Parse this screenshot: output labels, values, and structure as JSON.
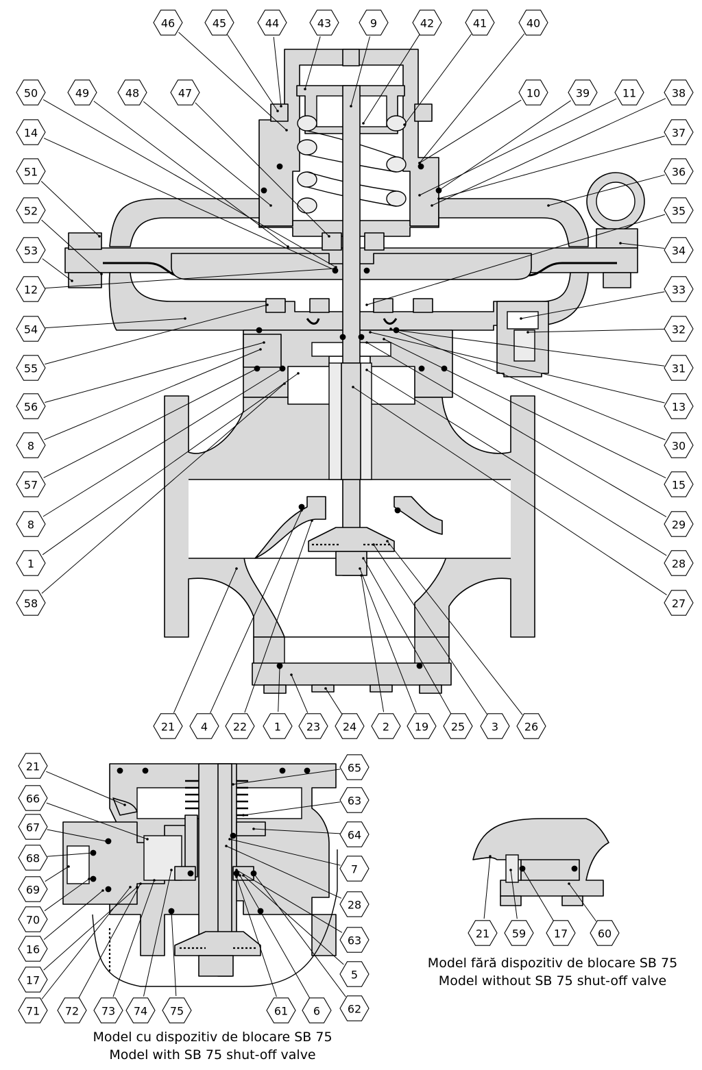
{
  "labels": {
    "l46": "46",
    "l45": "45",
    "l44": "44",
    "l43": "43",
    "l9": "9",
    "l42": "42",
    "l41": "41",
    "l40": "40",
    "l50": "50",
    "l49": "49",
    "l48": "48",
    "l47": "47",
    "l10": "10",
    "l39": "39",
    "l11": "11",
    "l38": "38",
    "l14": "14",
    "l37": "37",
    "l51": "51",
    "l36": "36",
    "l52": "52",
    "l35": "35",
    "l53": "53",
    "l34": "34",
    "l12": "12",
    "l33": "33",
    "l54": "54",
    "l32": "32",
    "l55": "55",
    "l31": "31",
    "l56": "56",
    "l13": "13",
    "l8a": "8",
    "l30": "30",
    "l57": "57",
    "l15": "15",
    "l8b": "8",
    "l29": "29",
    "l1a": "1",
    "l28a": "28",
    "l58": "58",
    "l27": "27",
    "b21": "21",
    "b4": "4",
    "b22": "22",
    "b1": "1",
    "b23": "23",
    "b24": "24",
    "b2": "2",
    "b19": "19",
    "b25": "25",
    "b3": "3",
    "b26": "26",
    "s21": "21",
    "s66": "66",
    "s67": "67",
    "s68": "68",
    "s69": "69",
    "s70": "70",
    "s16": "16",
    "s17": "17",
    "s65": "65",
    "s63a": "63",
    "s64": "64",
    "s7": "7",
    "s28": "28",
    "s63b": "63",
    "s5": "5",
    "s62": "62",
    "s71": "71",
    "s72": "72",
    "s73": "73",
    "s74": "74",
    "s75": "75",
    "s61": "61",
    "s6": "6",
    "r21": "21",
    "r59": "59",
    "r17": "17",
    "r60": "60"
  },
  "captions": {
    "with_ro": "Model cu dispozitiv de blocare SB 75",
    "with_en": "Model with SB 75 shut-off valve",
    "without_ro": "Model fără dispozitiv de blocare SB 75",
    "without_en": "Model without SB 75 shut-off valve"
  }
}
